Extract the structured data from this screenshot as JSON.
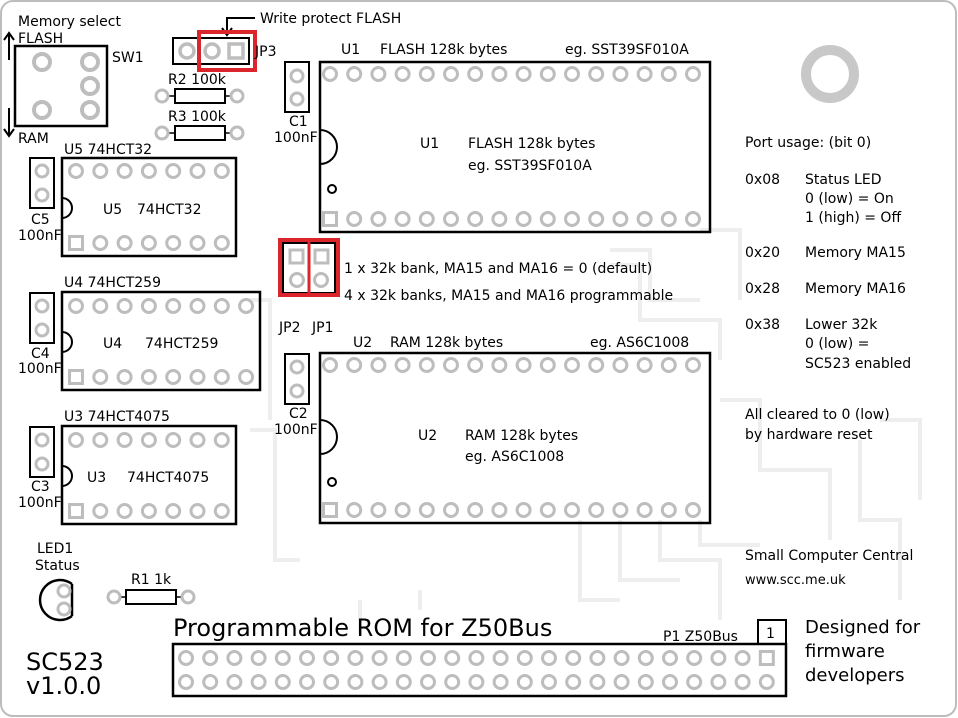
{
  "board": {
    "name": "SC523",
    "version": "v1.0.0",
    "title": "Programmable ROM for Z50Bus",
    "designed_for": [
      "Designed for",
      "firmware",
      "developers"
    ],
    "maker": "Small Computer Central",
    "website": "www.scc.me.uk"
  },
  "switch": {
    "heading": "Memory select",
    "flash_label": "FLASH",
    "ram_label": "RAM",
    "ref": "SW1"
  },
  "write_protect": {
    "label": "Write protect FLASH",
    "ref": "JP3"
  },
  "resistors": {
    "r2": "R2  100k",
    "r3": "R3  100k",
    "r1": "R1  1k"
  },
  "led": {
    "ref": "LED1",
    "name": "Status"
  },
  "chips": {
    "u1": {
      "top_ref": "U1",
      "top_name": "FLASH 128k bytes",
      "top_example": "eg. SST39SF010A",
      "ref": "U1",
      "name": "FLASH 128k bytes",
      "example": "eg. SST39SF010A"
    },
    "u2": {
      "top_ref": "U2",
      "top_name": "RAM 128k bytes",
      "top_example": "eg. AS6C1008",
      "ref": "U2",
      "name": "RAM 128k bytes",
      "example": "eg. AS6C1008"
    },
    "u3": {
      "top_label": "U3   74HCT4075",
      "ref": "U3",
      "name": "74HCT4075"
    },
    "u4": {
      "top_label": "U4   74HCT259",
      "ref": "U4",
      "name": "74HCT259"
    },
    "u5": {
      "top_label": "U5   74HCT32",
      "ref": "U5",
      "name": "74HCT32"
    }
  },
  "capacitors": {
    "c1": {
      "ref": "C1",
      "value": "100nF"
    },
    "c2": {
      "ref": "C2",
      "value": "100nF"
    },
    "c3": {
      "ref": "C3",
      "value": "100nF"
    },
    "c4": {
      "ref": "C4",
      "value": "100nF"
    },
    "c5": {
      "ref": "C5",
      "value": "100nF"
    }
  },
  "jumpers": {
    "jp2": "JP2",
    "jp1": "JP1",
    "option1": "1 x 32k bank, MA15 and MA16 = 0 (default)",
    "option2": "4 x 32k banks, MA15 and MA16 programmable"
  },
  "ports": {
    "heading": "Port usage: (bit 0)",
    "entries": [
      {
        "addr": "0x08",
        "lines": [
          "Status LED",
          "0 (low) = On",
          "1 (high) = Off"
        ]
      },
      {
        "addr": "0x20",
        "lines": [
          "Memory MA15"
        ]
      },
      {
        "addr": "0x28",
        "lines": [
          "Memory MA16"
        ]
      },
      {
        "addr": "0x38",
        "lines": [
          "Lower 32k",
          "0 (low) =",
          "SC523 enabled"
        ]
      }
    ],
    "footer": [
      "All cleared to 0 (low)",
      "by hardware reset"
    ]
  },
  "connector": {
    "label": "P1  Z50Bus",
    "pin1": "1"
  },
  "highlight_color": "#d9252b"
}
